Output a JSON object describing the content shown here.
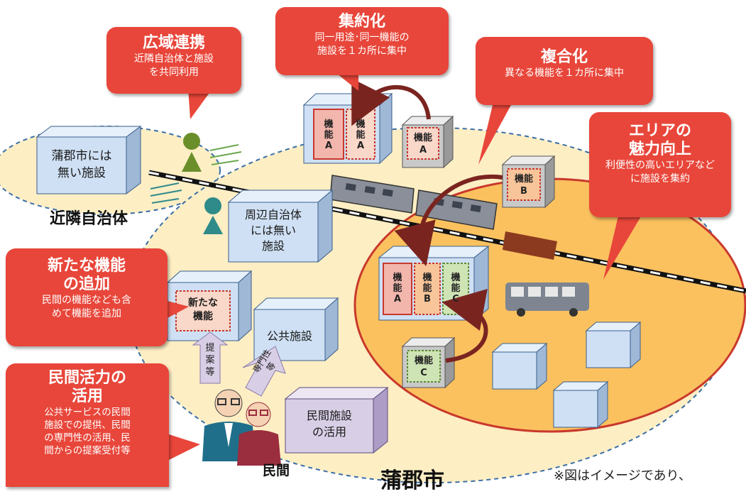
{
  "colors": {
    "bubble_red": "#e8463a",
    "city_fill": "#fdeec4",
    "area_fill": "#fbc15f",
    "area_border": "#c9382c",
    "building_blue": "#cfe0f4",
    "dashed_border": "#3a6ea5"
  },
  "callouts": {
    "wide_area": {
      "title": "広域連携",
      "desc": "近隣自治体と施設\nを共同利用"
    },
    "consolidation": {
      "title": "集約化",
      "desc": "同一用途･同一機能の\n施設を１カ所に集中"
    },
    "complex": {
      "title": "複合化",
      "desc": "異なる機能を１カ所に集中"
    },
    "area_appeal": {
      "title": "エリアの\n魅力向上",
      "desc": "利便性の高いエリアなど\nに施設を集約"
    },
    "new_function": {
      "title": "新たな機能\nの追加",
      "desc": "民間の機能なども含\nめて機能を追加"
    },
    "private_vitality": {
      "title": "民間活力の\n活用",
      "desc": "公共サービスの民間\n施設での提供、民間\nの専門性の活用、民\n間からの提案受付等"
    }
  },
  "labels": {
    "neighbor": "近隣自治体",
    "city": "蒲郡市",
    "private": "民間",
    "note": "※図はイメージであり、"
  },
  "buildings": {
    "no_facility_gamagori": "蒲郡市には\n無い施設",
    "no_facility_neighbors": "周辺自治体\nには無い\n施設",
    "new_func": "新たな\n機能",
    "public_facility": "公共施設",
    "private_use": "民間施設\nの活用"
  },
  "functions": {
    "a": "機能\nA",
    "b": "機能\nB",
    "c": "機能\nC",
    "vertical_a": "機\n能\nA",
    "vertical_b": "機\n能\nB",
    "vertical_c": "機\n能\nC"
  },
  "arrows": {
    "proposal": "提\n案\n等",
    "expertise": "専門性\n等"
  }
}
